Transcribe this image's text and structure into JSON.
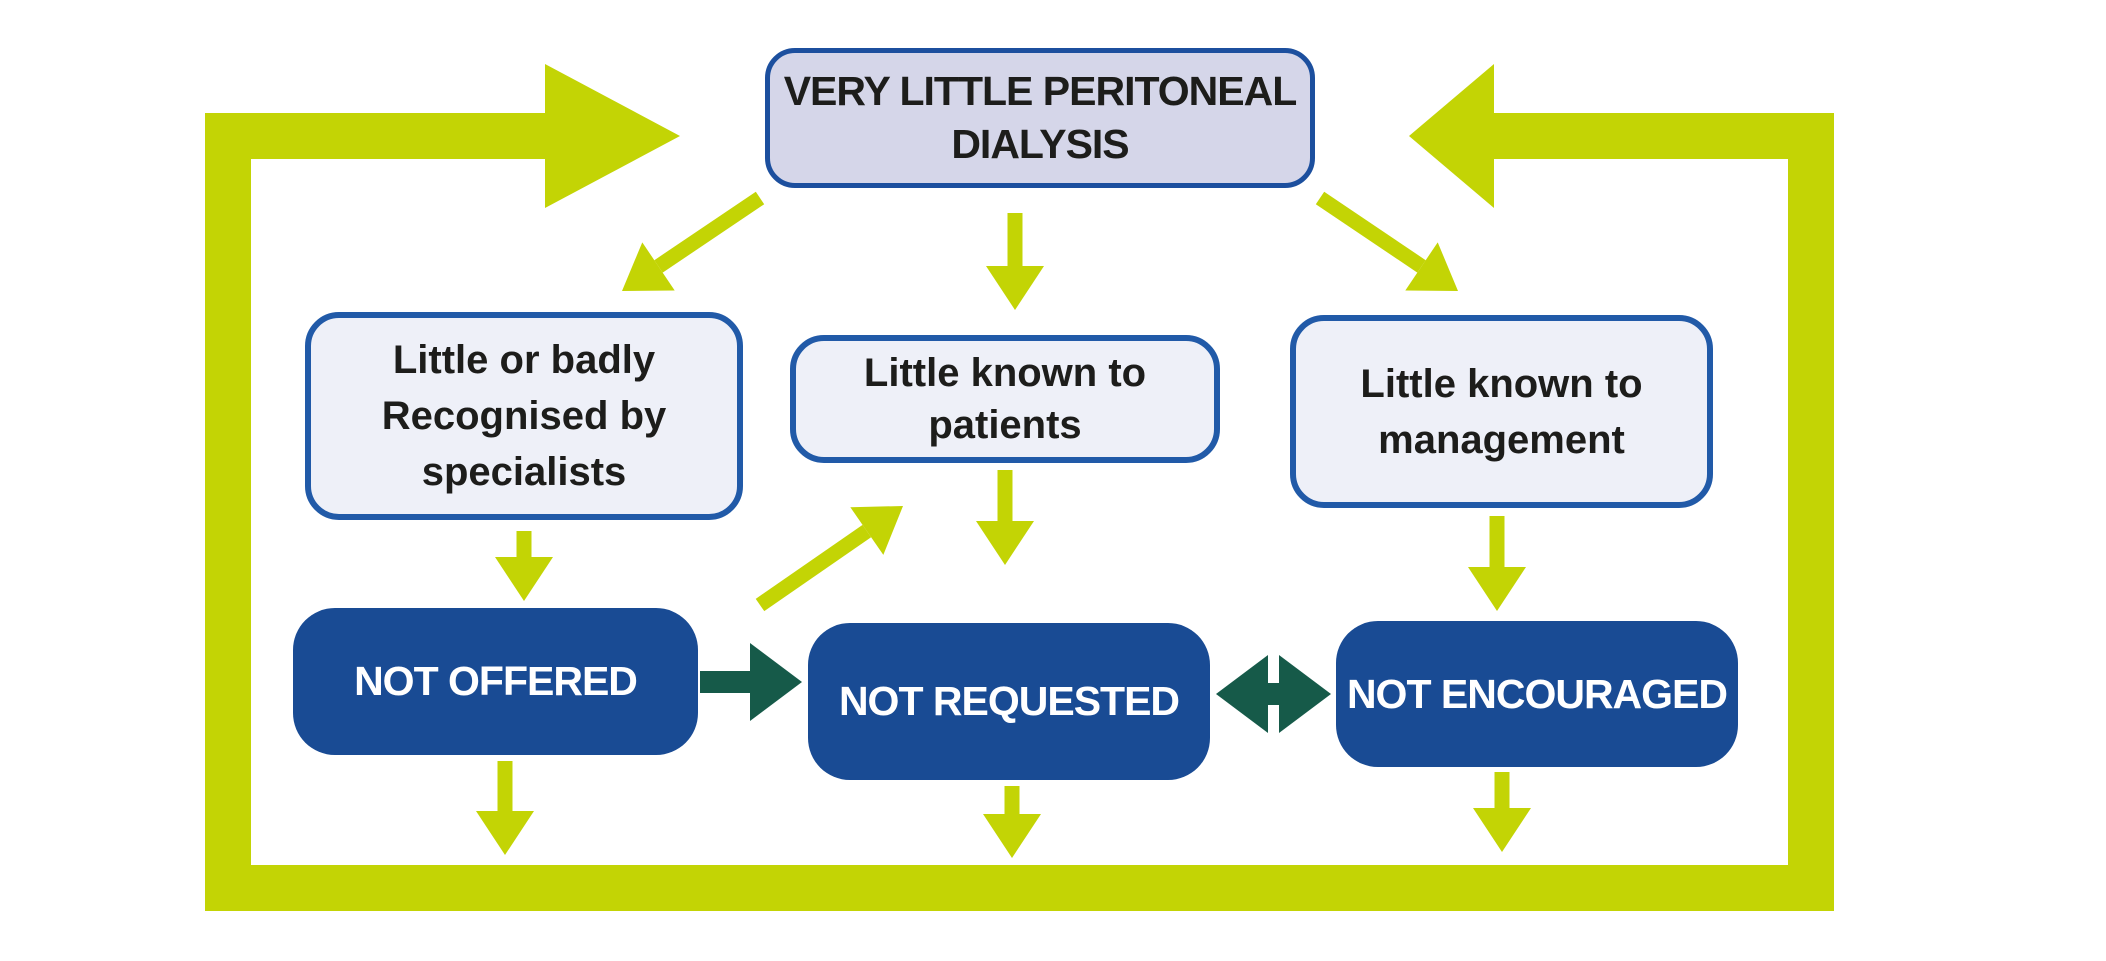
{
  "colors": {
    "background": "#ffffff",
    "lime": "#c3d405",
    "teal": "#165a49",
    "dark_box_fill": "#194b94",
    "top_box_fill": "#d5d6e9",
    "light_box_fill": "#eef0f8",
    "top_box_border": "#1c4f9e",
    "cause_box_border": "#215aa8",
    "dark_text": "#1d1d1b",
    "light_text": "#ffffff"
  },
  "diagram": {
    "root_box": {
      "id": "very-little-pd",
      "label": "VERY LITTLE PERITONEAL\nDIALYSIS"
    },
    "cause_boxes": [
      {
        "id": "specialists",
        "label": "Little or badly\nRecognised by\nspecialists"
      },
      {
        "id": "patients",
        "label": "Little known to\npatients"
      },
      {
        "id": "management",
        "label": "Little known to\nmanagement"
      }
    ],
    "outcome_boxes": [
      {
        "id": "not-offered",
        "label": "NOT OFFERED"
      },
      {
        "id": "not-requested",
        "label": "NOT REQUESTED"
      },
      {
        "id": "not-encouraged",
        "label": "NOT ENCOURAGED"
      }
    ],
    "edges": [
      {
        "from": "very-little-pd",
        "to": "specialists",
        "style": "lime"
      },
      {
        "from": "very-little-pd",
        "to": "patients",
        "style": "lime"
      },
      {
        "from": "very-little-pd",
        "to": "management",
        "style": "lime"
      },
      {
        "from": "specialists",
        "to": "not-offered",
        "style": "lime"
      },
      {
        "from": "patients",
        "to": "not-requested",
        "style": "lime"
      },
      {
        "from": "management",
        "to": "not-encouraged",
        "style": "lime"
      },
      {
        "from": "not-offered",
        "to": "patients",
        "style": "lime"
      },
      {
        "from": "not-offered",
        "to": "not-requested",
        "style": "teal"
      },
      {
        "from": "not-requested",
        "to": "not-encouraged",
        "style": "teal",
        "bidirectional": true
      },
      {
        "from": "not-offered",
        "to": "feedback-loop",
        "style": "lime"
      },
      {
        "from": "not-requested",
        "to": "feedback-loop",
        "style": "lime"
      },
      {
        "from": "not-encouraged",
        "to": "feedback-loop",
        "style": "lime"
      },
      {
        "from": "feedback-loop",
        "to": "very-little-pd",
        "style": "lime",
        "note": "loop frame re-enters top box from both sides"
      }
    ]
  }
}
